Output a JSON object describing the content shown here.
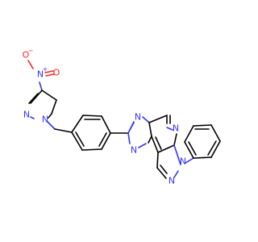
{
  "atoms": {
    "nitro_o_top": "O",
    "nitro_o_minus": "−",
    "nitro_n": "N",
    "nitro_n_plus": "+",
    "nitro_o_right": "O",
    "pyrazole_n1": "N",
    "pyrazole_n2": "N",
    "triazole_n_top": "N",
    "triazole_n_left": "N",
    "triazole_n_bottom": "N",
    "pyrimidine_n": "N",
    "pyrazole2_n_ring": "N",
    "pyrazole2_n_phenyl": "N"
  },
  "colors": {
    "carbon_bond": "#000000",
    "nitrogen": "#3333ff",
    "oxygen": "#ff2020"
  }
}
